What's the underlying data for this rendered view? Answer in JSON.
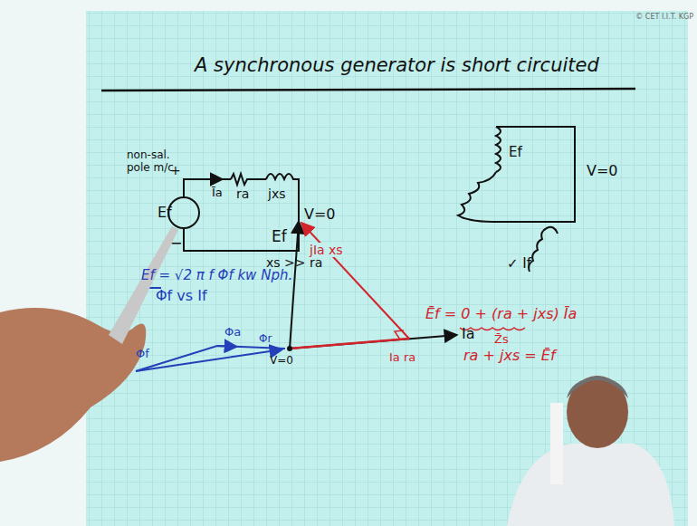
{
  "diagram": {
    "title": "A synchronous generator is short circuited",
    "labels": [
      "© CET I.I.T. KGP",
      "non-sal. pole m/c",
      "+",
      "Ef",
      "−",
      "Īa",
      "ra",
      "jxs",
      "V=0",
      "xs >> ra",
      "Ef",
      "V=0",
      "✓ If",
      "Ef = √2 π f Φf kw Nph.",
      "Φf vs If",
      "Ef",
      "jIa xs",
      "Ia",
      "Ia ra",
      "Φf",
      "Φa",
      "Φr",
      "V=0",
      "Ēf = 0 + (ra + jxs) Īa",
      "Z̄s",
      "ra + jxs = Ēf"
    ]
  }
}
